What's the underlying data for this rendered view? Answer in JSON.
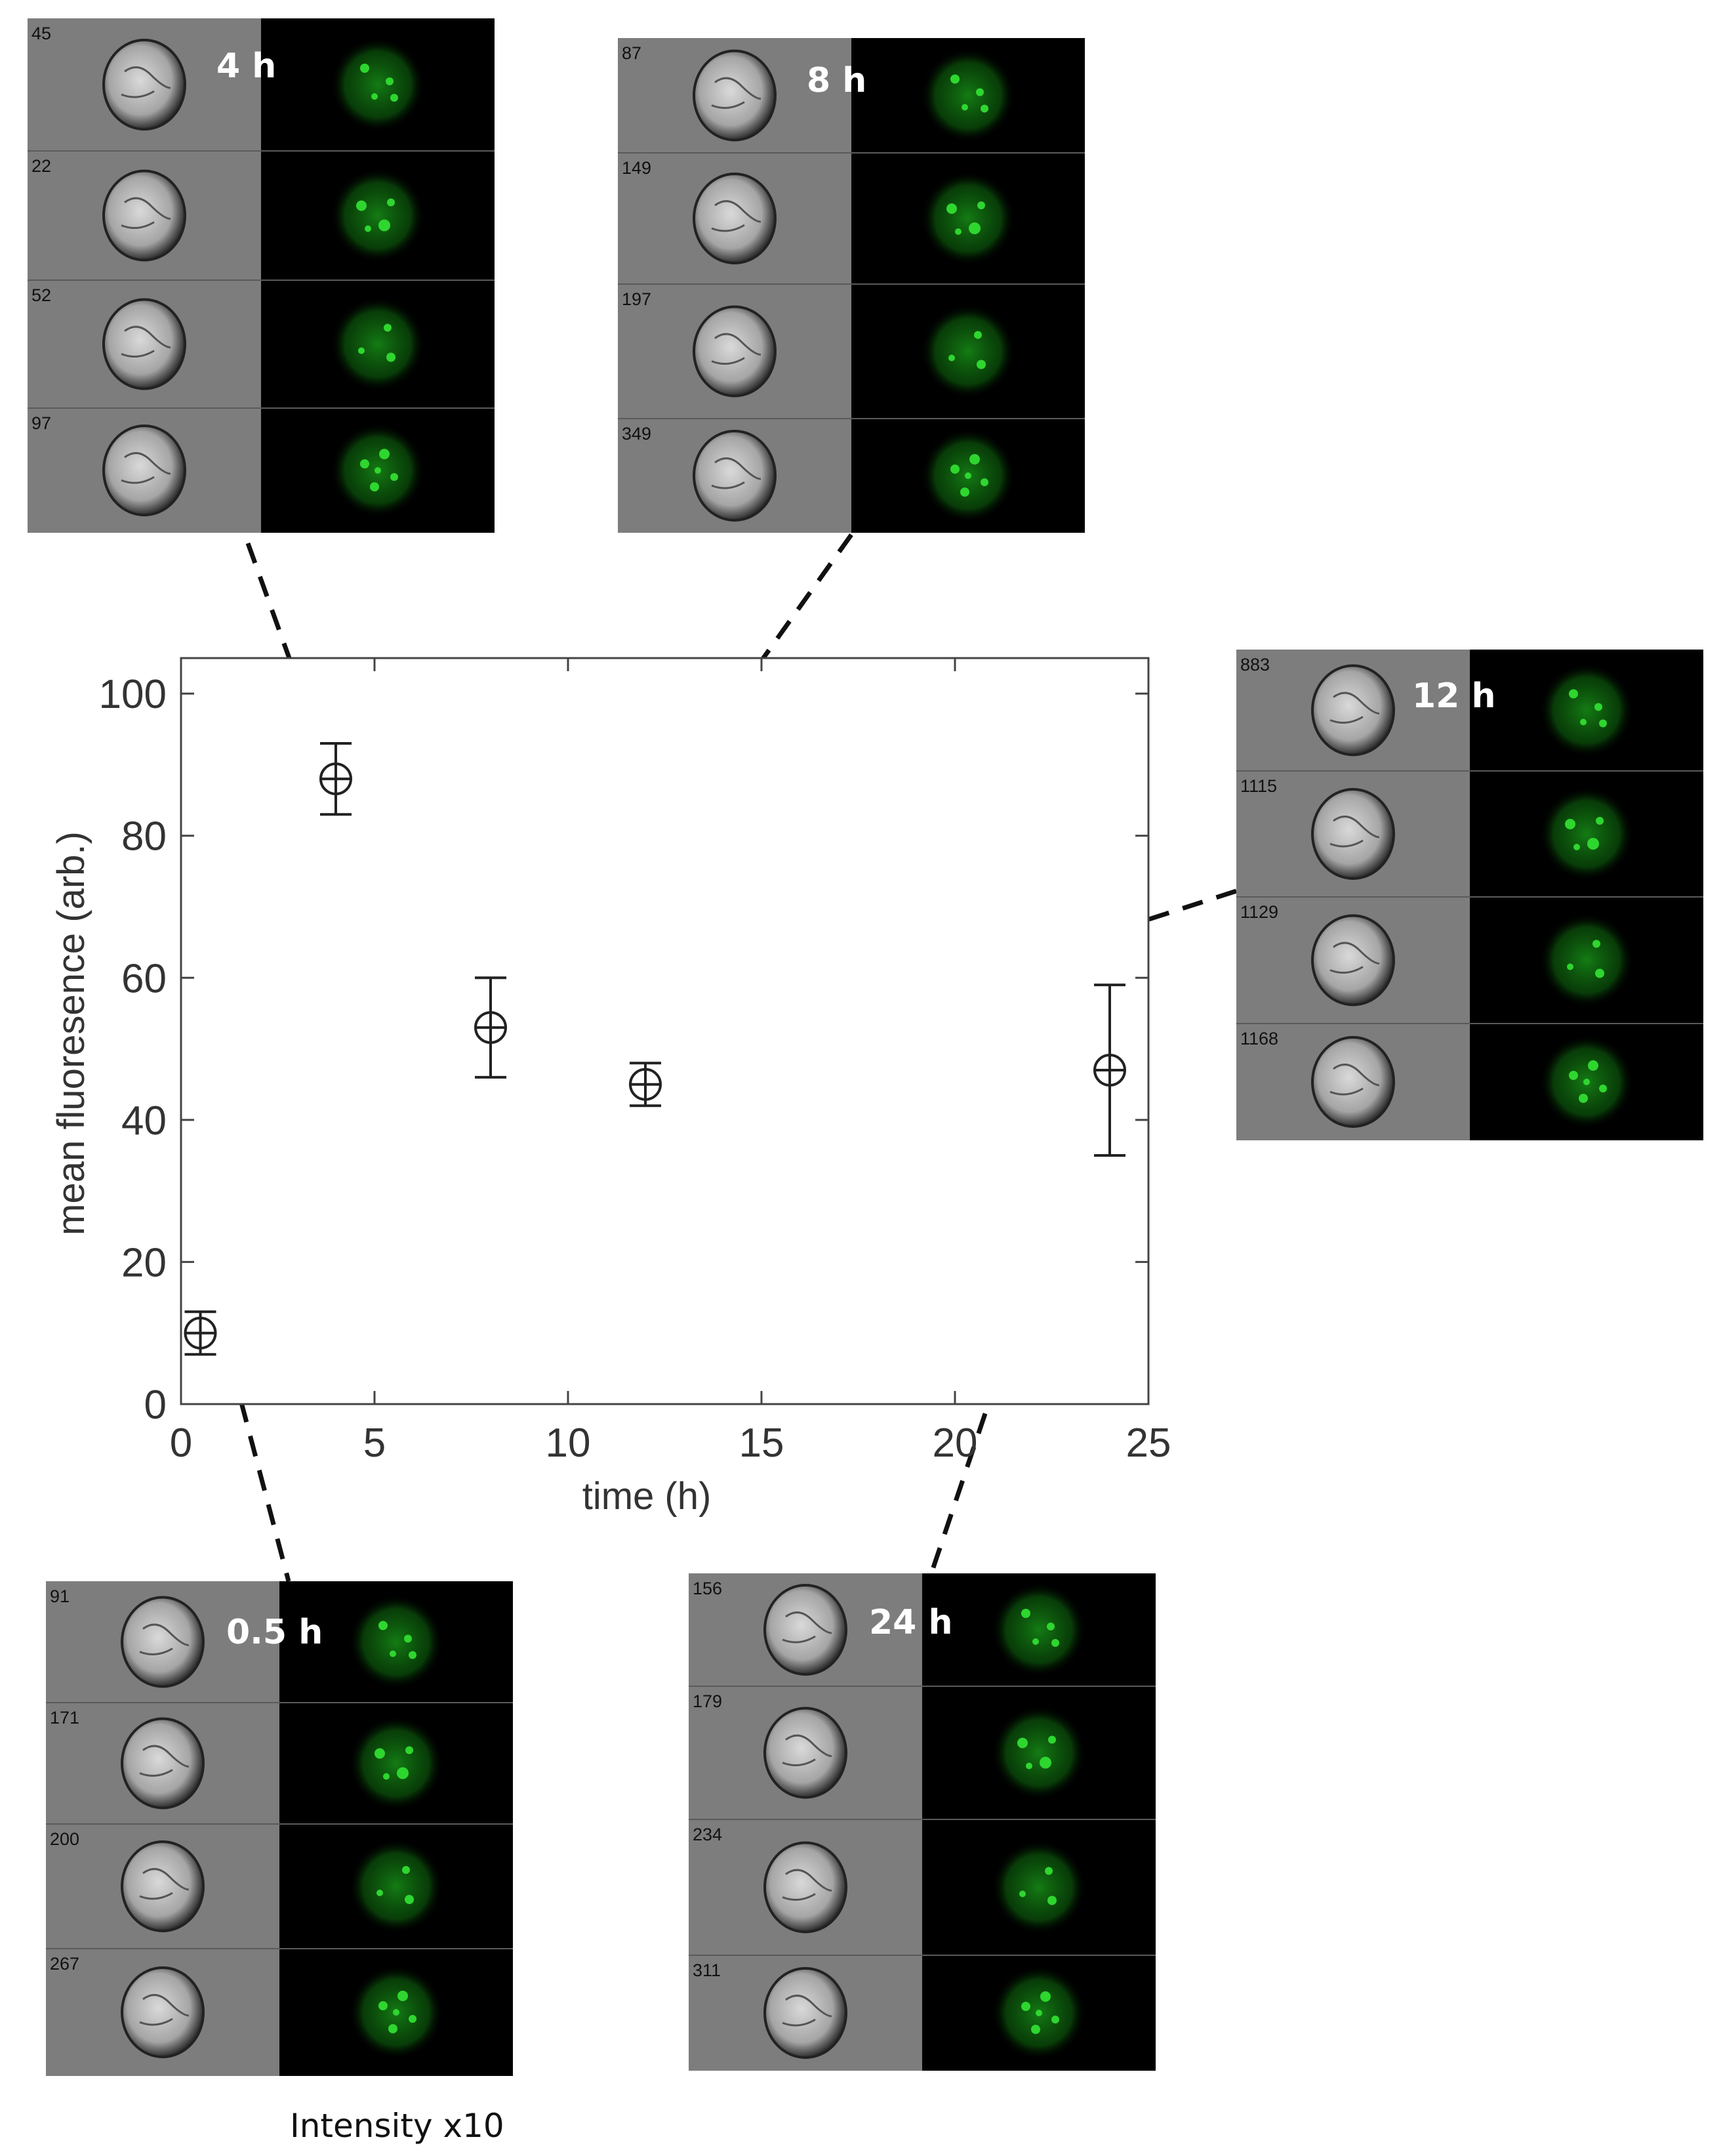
{
  "chart_data": {
    "type": "scatter",
    "xlabel": "time (h)",
    "ylabel": "mean fluoresence (arb.)",
    "xlim": [
      0,
      25
    ],
    "ylim": [
      0,
      105
    ],
    "xticks": [
      0,
      5,
      10,
      15,
      20,
      25
    ],
    "yticks": [
      0,
      20,
      40,
      60,
      80,
      100
    ],
    "marker": "circle-with-crosshair",
    "error_bars": true,
    "points": [
      {
        "x": 0.5,
        "y": 10,
        "err": 3
      },
      {
        "x": 4,
        "y": 88,
        "err": 5
      },
      {
        "x": 8,
        "y": 53,
        "err": 7
      },
      {
        "x": 12,
        "y": 45,
        "err": 3
      },
      {
        "x": 24,
        "y": 47,
        "err": 12
      }
    ]
  },
  "panels": [
    {
      "label": "4 h",
      "cells": [
        "45",
        "22",
        "52",
        "97"
      ]
    },
    {
      "label": "8 h",
      "cells": [
        "87",
        "149",
        "197",
        "349"
      ]
    },
    {
      "label": "12 h",
      "cells": [
        "883",
        "1115",
        "1129",
        "1168"
      ]
    },
    {
      "label": "0.5 h",
      "cells": [
        "91",
        "171",
        "200",
        "267"
      ]
    },
    {
      "label": "24 h",
      "cells": [
        "156",
        "179",
        "234",
        "311"
      ]
    }
  ],
  "caption": "Intensity x10",
  "colors": {
    "fluorescence": "#2fd62f",
    "brightfield": "#7d7d7d",
    "darkfield": "#000000"
  }
}
